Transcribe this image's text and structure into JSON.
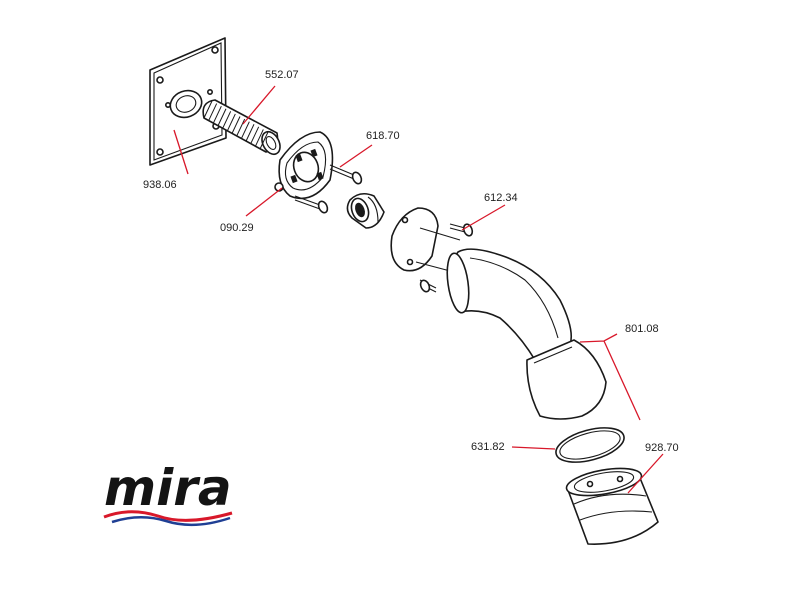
{
  "logo": {
    "text": "mira",
    "wave_colors": {
      "red": "#d8182a",
      "blue": "#1f3f94"
    }
  },
  "leader_color": "#d8182a",
  "parts": [
    {
      "id": "p552",
      "number": "552.07"
    },
    {
      "id": "p938",
      "number": "938.06"
    },
    {
      "id": "p618",
      "number": "618.70"
    },
    {
      "id": "p090",
      "number": "090.29"
    },
    {
      "id": "p612",
      "number": "612.34"
    },
    {
      "id": "p801",
      "number": "801.08"
    },
    {
      "id": "p631",
      "number": "631.82"
    },
    {
      "id": "p928",
      "number": "928.70"
    }
  ]
}
